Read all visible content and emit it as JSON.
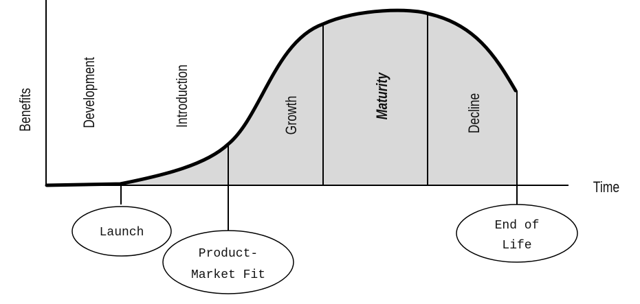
{
  "axes": {
    "y_label": "Benefits",
    "x_label": "Time"
  },
  "stages": [
    "Development",
    "Introduction",
    "Growth",
    "Maturity",
    "Decline"
  ],
  "milestones": {
    "launch": "Launch",
    "pmf_line1": "Product-",
    "pmf_line2": "Market Fit",
    "eol_line1": "End of",
    "eol_line2": "Life"
  },
  "colors": {
    "fill": "#d9d9d9",
    "line": "#000000"
  }
}
